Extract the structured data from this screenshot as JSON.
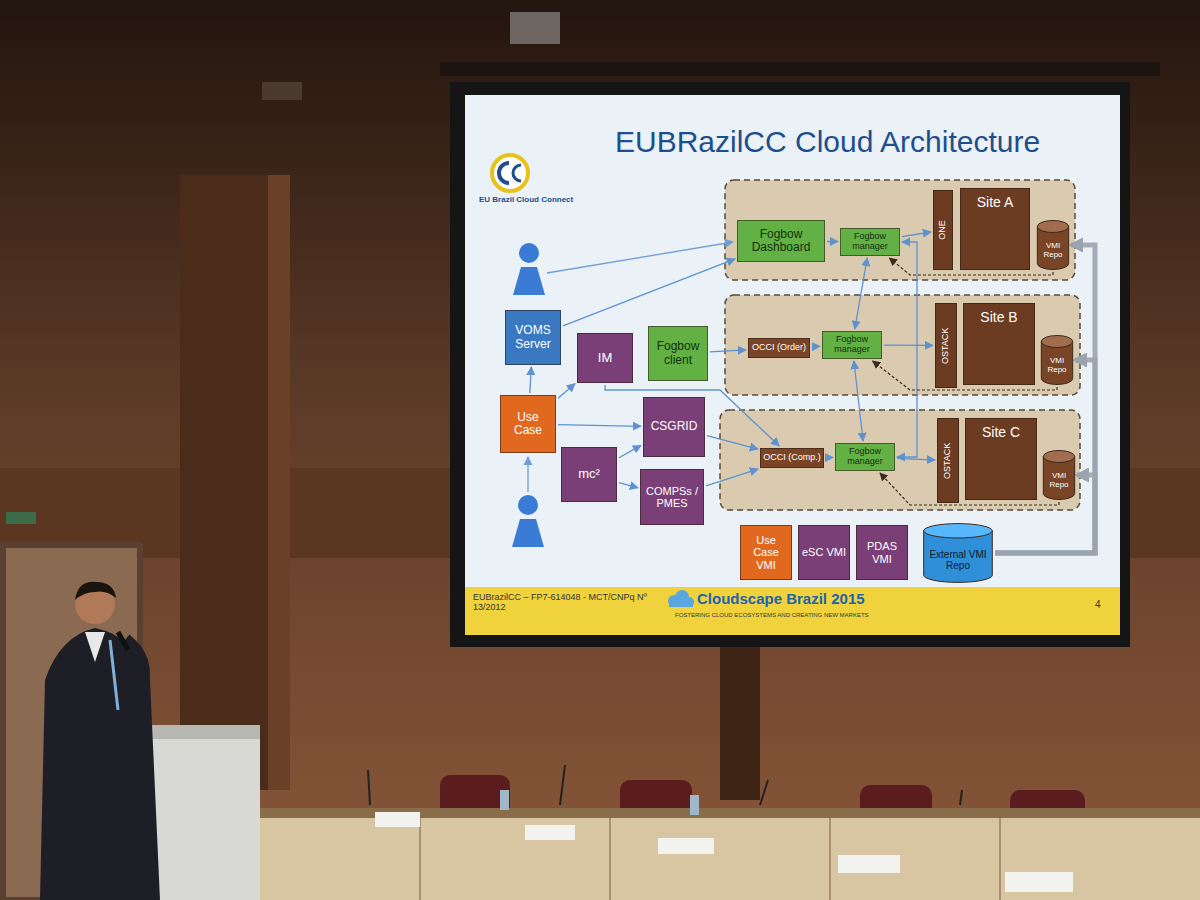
{
  "diagram": {
    "title": "EUBRazilCC Cloud Architecture",
    "nodes": [
      {
        "text": [
          "VOMS Server"
        ]
      },
      {
        "text": [
          "Use Case"
        ]
      },
      {
        "text": [
          "IM"
        ]
      },
      {
        "text": [
          "Fogbow client"
        ]
      },
      {
        "text": [
          "CSGRID"
        ]
      },
      {
        "text": [
          "mc²"
        ]
      },
      {
        "text": [
          "COMPSs / PMES"
        ]
      },
      {
        "text": [
          "Fogbow Dashboard"
        ]
      },
      {
        "text": [
          "Fogbow manager"
        ]
      },
      {
        "text": [
          "ONE"
        ]
      },
      {
        "text": [
          "Site A"
        ]
      },
      {
        "text": [
          "VMI Repo"
        ]
      },
      {
        "text": [
          "OCCI (Order)"
        ]
      },
      {
        "text": [
          "Fogbow manager"
        ]
      },
      {
        "text": [
          "OSTACK"
        ]
      },
      {
        "text": [
          "Site B"
        ]
      },
      {
        "text": [
          "VMI Repo"
        ]
      },
      {
        "text": [
          "OCCI (Comp.)"
        ]
      },
      {
        "text": [
          "Fogbow manager"
        ]
      },
      {
        "text": [
          "OSTACK"
        ]
      },
      {
        "text": [
          "Site C"
        ]
      },
      {
        "text": [
          "VMI Repo"
        ]
      },
      {
        "text": [
          "Use Case VMI"
        ]
      },
      {
        "text": [
          "eSC VMI"
        ]
      },
      {
        "text": [
          "PDAS VMI"
        ]
      },
      {
        "text": [
          "External VMI Repo"
        ]
      }
    ],
    "edges": [
      {
        "from": 1,
        "to": 0,
        "arrow": "to"
      },
      {
        "from": 0,
        "to": 7,
        "arrow": "to"
      },
      {
        "from": 1,
        "to": 2,
        "arrow": "to"
      },
      {
        "from": 1,
        "to": 4,
        "arrow": "to"
      },
      {
        "from": 2,
        "to": 17,
        "arrow": "to"
      },
      {
        "from": 3,
        "to": 12,
        "arrow": "to"
      },
      {
        "from": 5,
        "to": 4,
        "arrow": "to"
      },
      {
        "from": 5,
        "to": 6,
        "arrow": "to"
      },
      {
        "from": 4,
        "to": 17,
        "arrow": "to"
      },
      {
        "from": 6,
        "to": 17,
        "arrow": "to"
      },
      {
        "from": 7,
        "to": 8,
        "arrow": "to"
      },
      {
        "from": 12,
        "to": 13,
        "arrow": "to"
      },
      {
        "from": 17,
        "to": 18,
        "arrow": "to"
      },
      {
        "from": 8,
        "to": 13,
        "arrow": "both"
      },
      {
        "from": 13,
        "to": 18,
        "arrow": "both"
      },
      {
        "from": 8,
        "to": 18,
        "arrow": "both"
      },
      {
        "from": 8,
        "to": 9,
        "arrow": "to"
      },
      {
        "from": 13,
        "to": 14,
        "arrow": "to"
      },
      {
        "from": 18,
        "to": 19,
        "arrow": "to"
      },
      {
        "from": 11,
        "to": 8,
        "arrow": "to"
      },
      {
        "from": 16,
        "to": 13,
        "arrow": "to"
      },
      {
        "from": 21,
        "to": 18,
        "arrow": "to"
      },
      {
        "from": 25,
        "to": 11,
        "arrow": "to"
      },
      {
        "from": 25,
        "to": 16,
        "arrow": "to"
      },
      {
        "from": 25,
        "to": 21,
        "arrow": "to"
      }
    ],
    "labels": [
      "EU Brazil Cloud Connect",
      "EUBrazilCC – FP7-614048 - MCT/CNPq Nº 13/2012",
      "Cloudscape Brazil 2015",
      "FOSTERING CLOUD ECOSYSTEMS AND CREATING NEW MARKETS",
      "4"
    ]
  }
}
